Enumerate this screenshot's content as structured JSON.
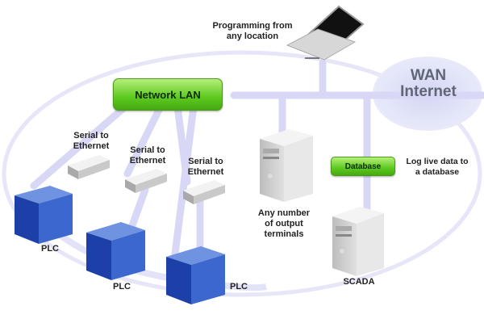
{
  "diagram": {
    "title": "Industrial network architecture",
    "colors": {
      "link": "#dcdcf8",
      "ring": "#e3e3f8",
      "plc": "#3b63c9",
      "accent_green": "#5cc91f"
    },
    "laptop": {
      "label": "Programming from\nany location",
      "icon": "laptop-icon"
    },
    "network_lan": {
      "label": "Network LAN"
    },
    "wan": {
      "label": "WAN\nInternet"
    },
    "serial_converters": [
      {
        "label": "Serial to\nEthernet",
        "icon": "serial-ethernet-converter-icon"
      },
      {
        "label": "Serial to\nEthernet",
        "icon": "serial-ethernet-converter-icon"
      },
      {
        "label": "Serial to\nEthernet",
        "icon": "serial-ethernet-converter-icon"
      }
    ],
    "plcs": [
      {
        "label": "PLC",
        "icon": "plc-cube-icon"
      },
      {
        "label": "PLC",
        "icon": "plc-cube-icon"
      },
      {
        "label": "PLC",
        "icon": "plc-cube-icon"
      }
    ],
    "terminals": {
      "label": "Any number\nof output\nterminals",
      "icon": "server-tower-icon"
    },
    "database": {
      "label": "Database",
      "note": "Log live data to\na database"
    },
    "scada": {
      "label": "SCADA",
      "icon": "server-tower-icon"
    }
  }
}
